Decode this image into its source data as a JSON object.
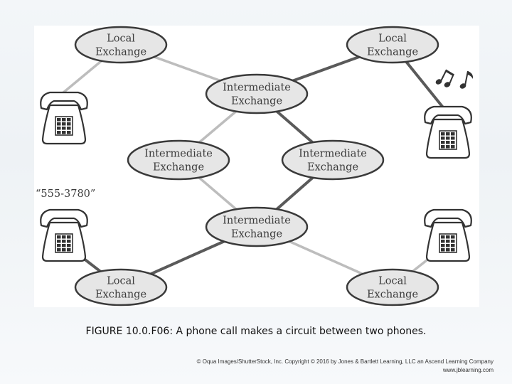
{
  "diagram": {
    "nodes": [
      {
        "id": "local-top-left",
        "lines": [
          "Local",
          "Exchange"
        ]
      },
      {
        "id": "local-top-right",
        "lines": [
          "Local",
          "Exchange"
        ]
      },
      {
        "id": "intermediate-top",
        "lines": [
          "Intermediate",
          "Exchange"
        ]
      },
      {
        "id": "intermediate-left",
        "lines": [
          "Intermediate",
          "Exchange"
        ]
      },
      {
        "id": "intermediate-right",
        "lines": [
          "Intermediate",
          "Exchange"
        ]
      },
      {
        "id": "intermediate-bottom",
        "lines": [
          "Intermediate",
          "Exchange"
        ]
      },
      {
        "id": "local-bottom-left",
        "lines": [
          "Local",
          "Exchange"
        ]
      },
      {
        "id": "local-bottom-right",
        "lines": [
          "Local",
          "Exchange"
        ]
      }
    ],
    "connections": [
      {
        "from": "local-top-left",
        "to": "intermediate-top",
        "active": false
      },
      {
        "from": "local-top-right",
        "to": "intermediate-top",
        "active": true
      },
      {
        "from": "intermediate-top",
        "to": "intermediate-left",
        "active": false
      },
      {
        "from": "intermediate-top",
        "to": "intermediate-right",
        "active": true
      },
      {
        "from": "intermediate-left",
        "to": "intermediate-bottom",
        "active": false
      },
      {
        "from": "intermediate-right",
        "to": "intermediate-bottom",
        "active": true
      },
      {
        "from": "intermediate-bottom",
        "to": "local-bottom-left",
        "active": true
      },
      {
        "from": "intermediate-bottom",
        "to": "local-bottom-right",
        "active": false
      },
      {
        "from": "local-top-left",
        "to": "phone-top-left",
        "active": false
      },
      {
        "from": "local-top-right",
        "to": "phone-top-right",
        "active": true
      },
      {
        "from": "local-bottom-left",
        "to": "phone-bottom-left",
        "active": true
      },
      {
        "from": "local-bottom-right",
        "to": "phone-bottom-right",
        "active": false
      }
    ],
    "phones": [
      {
        "id": "phone-top-left",
        "icon": "telephone-icon"
      },
      {
        "id": "phone-top-right",
        "icon": "telephone-icon",
        "ringing": true
      },
      {
        "id": "phone-bottom-left",
        "icon": "telephone-icon",
        "dialing": true
      },
      {
        "id": "phone-bottom-right",
        "icon": "telephone-icon"
      }
    ],
    "dialed_number": "“555-3780”",
    "ring_icon": "music-notes-icon",
    "colors": {
      "active_line": "#5a5a5a",
      "inactive_line": "#bdbdbd",
      "node_fill": "#e6e6e6",
      "node_stroke": "#3a3a3a"
    }
  },
  "caption": {
    "label": "FIGURE 10.0.F06:",
    "text": "A phone call makes a circuit between two phones."
  },
  "credit": {
    "line1": "© Oqua Images/ShutterStock, Inc. Copyright © 2016 by Jones & Bartlett Learning, LLC an Ascend Learning Company",
    "line2": "www.jblearning.com"
  }
}
